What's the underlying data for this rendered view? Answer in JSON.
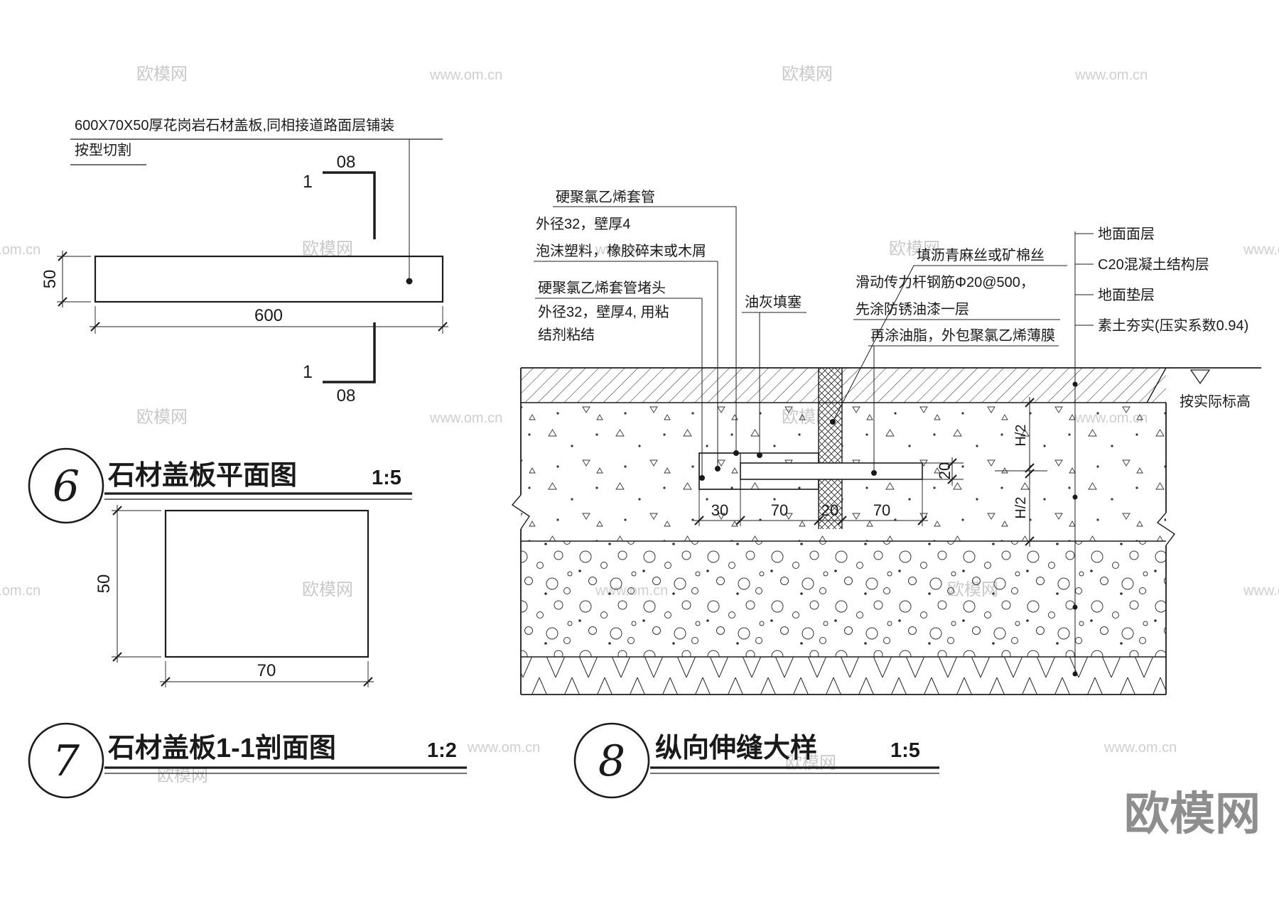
{
  "watermark": {
    "brand": "欧模网",
    "url": "www.om.cn"
  },
  "logo": "欧模网",
  "detail6": {
    "number": "6",
    "title": "石材盖板平面图",
    "scale": "1:5",
    "note1": "600X70X50厚花岗岩石材盖板,同相接道路面层铺装",
    "note2": "按型切割",
    "mark_num": "1",
    "mark_sheet": "08",
    "dim_h": "50",
    "dim_w": "600"
  },
  "detail7": {
    "number": "7",
    "title": "石材盖板1-1剖面图",
    "scale": "1:2",
    "dim_h": "50",
    "dim_w": "70"
  },
  "detail8": {
    "number": "8",
    "title": "纵向伸缝大样",
    "scale": "1:5",
    "ann": {
      "sleeve1": "硬聚氯乙烯套管",
      "sleeve2": "外径32，壁厚4",
      "foam": "泡沫塑料，橡胶碎末或木屑",
      "plug1": "硬聚氯乙烯套管堵头",
      "plug2": "外径32，壁厚4, 用粘",
      "plug3": "结剂粘结",
      "putty": "油灰填塞",
      "oakum": "填沥青麻丝或矿棉丝",
      "dowel1": "滑动传力杆钢筋Φ20@500，",
      "dowel2": "先涂防锈油漆一层",
      "grease": "再涂油脂，外包聚氯乙烯薄膜",
      "level": "按实际标高"
    },
    "layers": {
      "l1": "地面面层",
      "l2": "C20混凝土结构层",
      "l3": "地面垫层",
      "l4": "素土夯实(压实系数0.94)"
    },
    "dims": {
      "seg1": "30",
      "seg2": "70",
      "seg3": "20",
      "seg4": "70",
      "bar": "20",
      "h2a": "H/2",
      "h2b": "H/2"
    }
  }
}
